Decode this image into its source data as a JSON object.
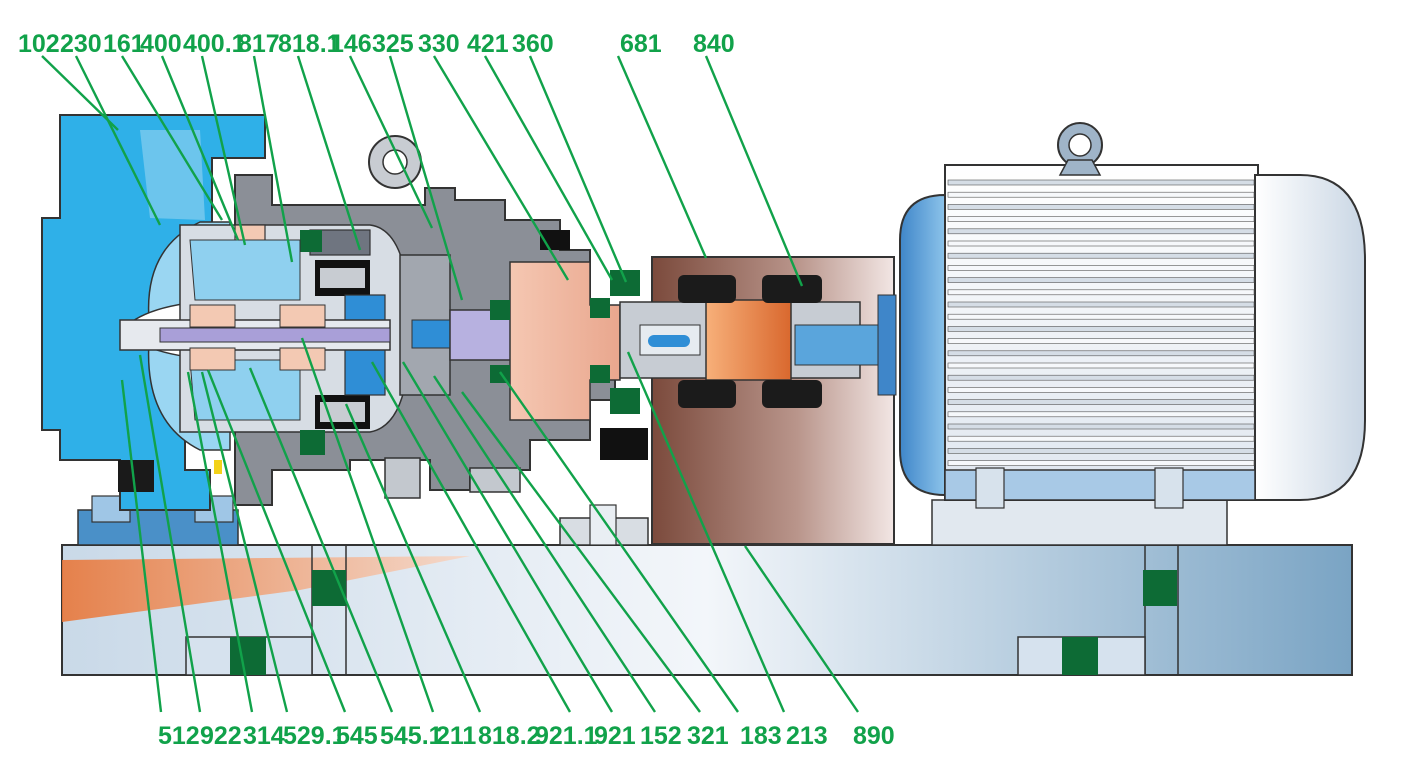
{
  "title": "Magnetic drive centrifugal pump sectional view",
  "colors": {
    "label": "#11a24a",
    "leader": "#11a24a",
    "casing_blue": "#2fb0e8",
    "casing_grey": "#8b8f97",
    "motor_blue": "#5aa5dc",
    "baseplate": "#dfe9f2",
    "coupling_guard": "#8a5848",
    "rubber": "#10703a",
    "shaft": "#a99fd8",
    "rotor": "#f0bca4"
  },
  "top_labels": [
    {
      "id": "102",
      "text": "102"
    },
    {
      "id": "230",
      "text": "230"
    },
    {
      "id": "161",
      "text": "161"
    },
    {
      "id": "400",
      "text": "400"
    },
    {
      "id": "400.1",
      "text": "400.1"
    },
    {
      "id": "817",
      "text": "817"
    },
    {
      "id": "818.1",
      "text": "818.1"
    },
    {
      "id": "146",
      "text": "146"
    },
    {
      "id": "325",
      "text": "325"
    },
    {
      "id": "330",
      "text": "330"
    },
    {
      "id": "421",
      "text": "421"
    },
    {
      "id": "360",
      "text": "360"
    },
    {
      "id": "681",
      "text": "681"
    },
    {
      "id": "840",
      "text": "840"
    }
  ],
  "bottom_labels": [
    {
      "id": "512",
      "text": "512"
    },
    {
      "id": "922",
      "text": "922"
    },
    {
      "id": "314",
      "text": "314"
    },
    {
      "id": "529.1",
      "text": "529.1"
    },
    {
      "id": "545",
      "text": "545"
    },
    {
      "id": "545.1",
      "text": "545.1"
    },
    {
      "id": "211",
      "text": "211"
    },
    {
      "id": "818.2",
      "text": "818.2"
    },
    {
      "id": "921.1",
      "text": "921.1"
    },
    {
      "id": "921",
      "text": "921"
    },
    {
      "id": "152",
      "text": "152"
    },
    {
      "id": "321",
      "text": "321"
    },
    {
      "id": "183",
      "text": "183"
    },
    {
      "id": "213",
      "text": "213"
    },
    {
      "id": "890",
      "text": "890"
    }
  ]
}
